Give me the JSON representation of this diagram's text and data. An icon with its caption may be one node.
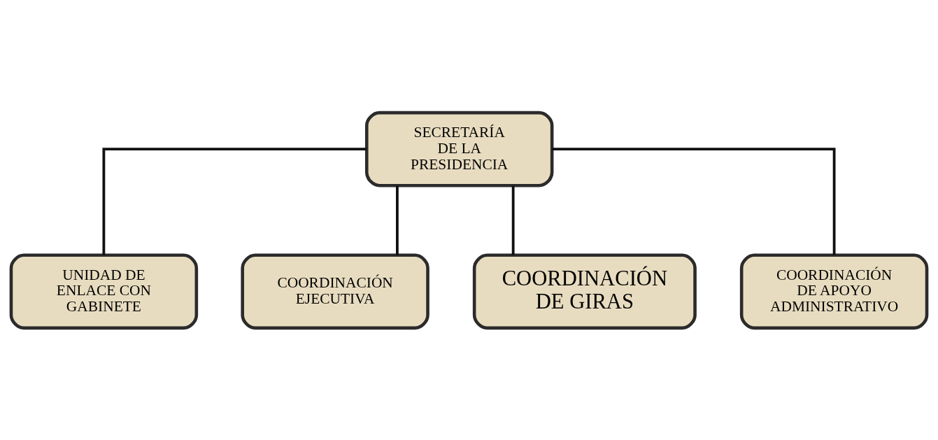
{
  "diagram": {
    "nodes": [
      {
        "text": [
          "SECRETARÍA DE LA PRESIDENCIA"
        ]
      },
      {
        "text": [
          "UNIDAD DE ENLACE CON GABINETE"
        ]
      },
      {
        "text": [
          "COORDINACIÓN EJECUTIVA"
        ]
      },
      {
        "text": [
          "COORDINACIÓN DE GIRAS"
        ]
      },
      {
        "text": [
          "COORDINACIÓN DE APOYO ADMINISTRATIVO"
        ]
      }
    ],
    "edges": [
      {
        "from": 0,
        "to": 2,
        "arrow": "none"
      },
      {
        "from": 0,
        "to": 1,
        "arrow": "none"
      },
      {
        "from": 0,
        "to": 3,
        "arrow": "none"
      },
      {
        "from": 0,
        "to": 4,
        "arrow": "none"
      }
    ]
  }
}
